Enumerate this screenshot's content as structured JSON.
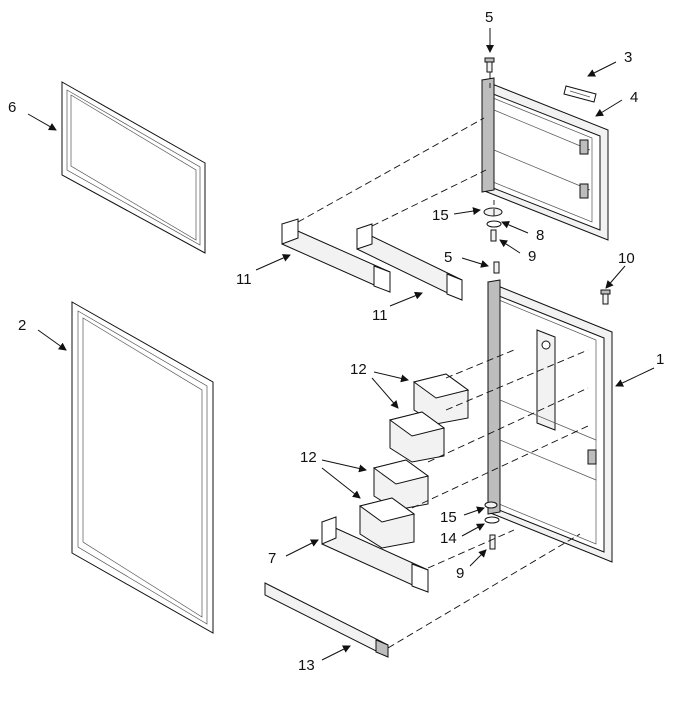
{
  "callouts": {
    "c1": "1",
    "c2": "2",
    "c3": "3",
    "c4": "4",
    "c5a": "5",
    "c5b": "5",
    "c6": "6",
    "c7": "7",
    "c8": "8",
    "c9a": "9",
    "c9b": "9",
    "c10": "10",
    "c11a": "11",
    "c11b": "11",
    "c12a": "12",
    "c12b": "12",
    "c13": "13",
    "c14": "14",
    "c15a": "15",
    "c15b": "15"
  }
}
